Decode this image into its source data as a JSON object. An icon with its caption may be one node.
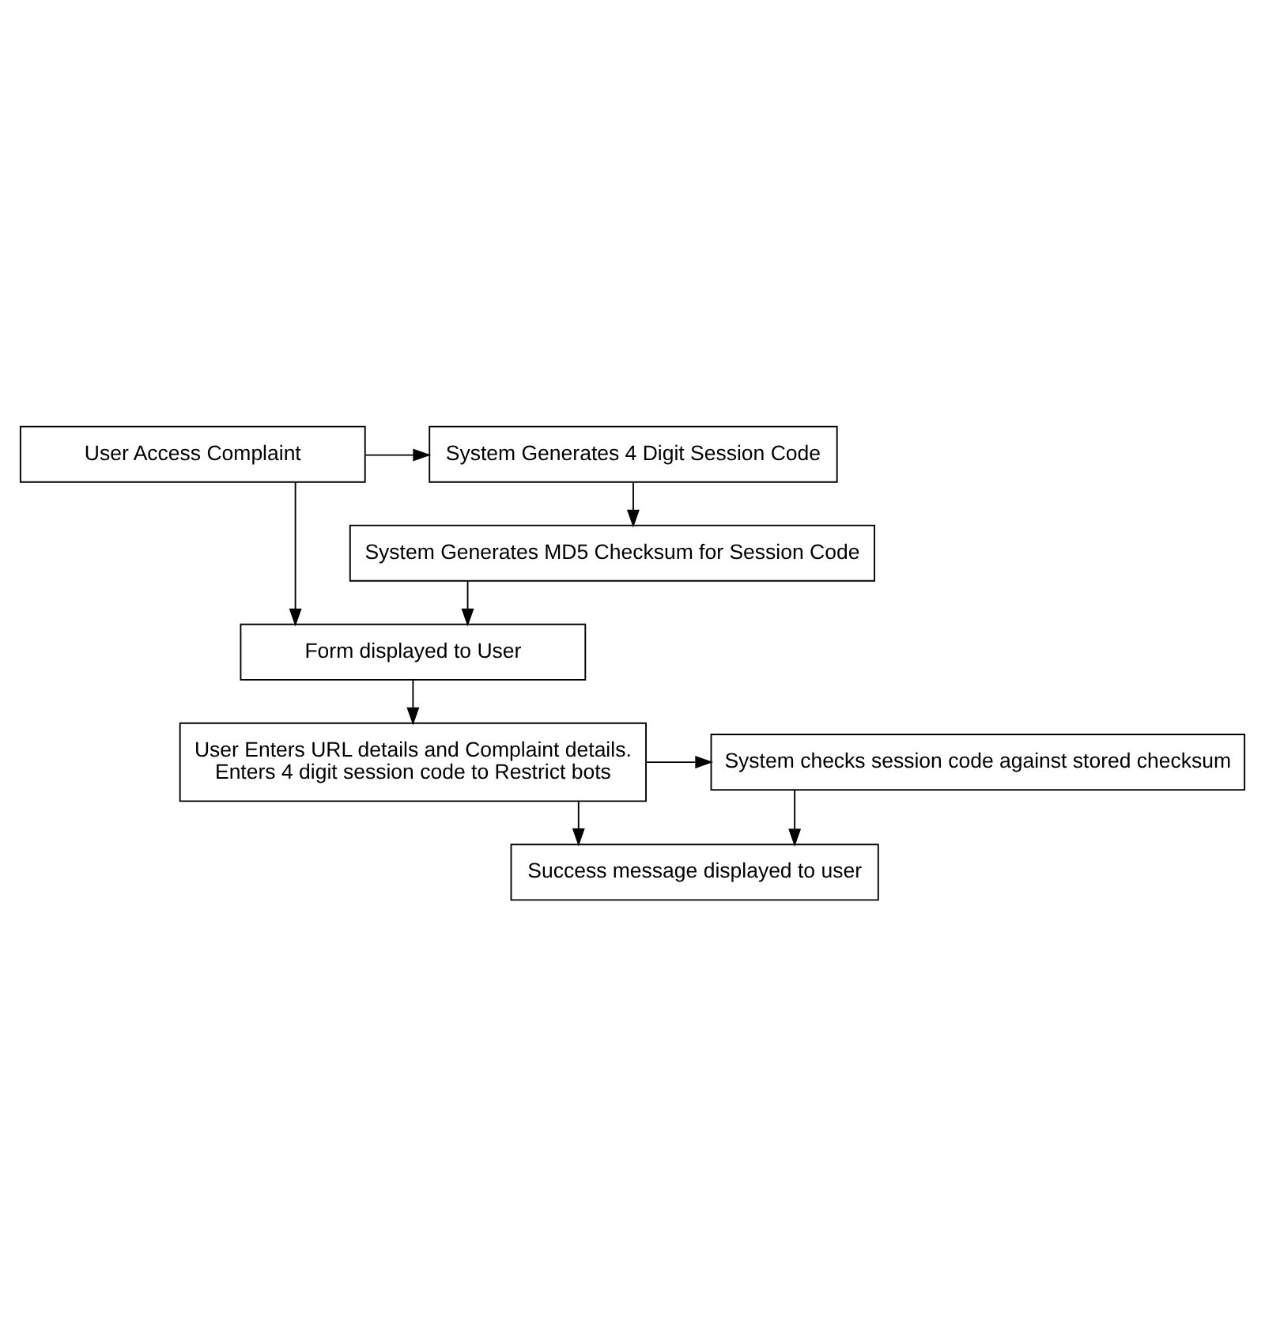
{
  "diagram": {
    "nodes": [
      {
        "text": [
          "User Access Complaint"
        ]
      },
      {
        "text": [
          "System Generates 4 Digit Session Code"
        ]
      },
      {
        "text": [
          "System Generates MD5 Checksum for Session Code"
        ]
      },
      {
        "text": [
          "Form displayed to User"
        ]
      },
      {
        "text": [
          "User Enters URL details and Complaint details.",
          "Enters 4 digit session code to Restrict bots"
        ]
      },
      {
        "text": [
          "System checks session code against stored checksum"
        ]
      },
      {
        "text": [
          "Success message displayed to user"
        ]
      }
    ],
    "edges": [
      {
        "from": 0,
        "to": 1,
        "arrow": "to"
      },
      {
        "from": 1,
        "to": 2,
        "arrow": "to"
      },
      {
        "from": 2,
        "to": 3,
        "arrow": "to"
      },
      {
        "from": 0,
        "to": 3,
        "arrow": "to"
      },
      {
        "from": 3,
        "to": 4,
        "arrow": "to"
      },
      {
        "from": 4,
        "to": 5,
        "arrow": "to"
      },
      {
        "from": 5,
        "to": 6,
        "arrow": "to"
      },
      {
        "from": 4,
        "to": 6,
        "arrow": "to"
      }
    ]
  }
}
